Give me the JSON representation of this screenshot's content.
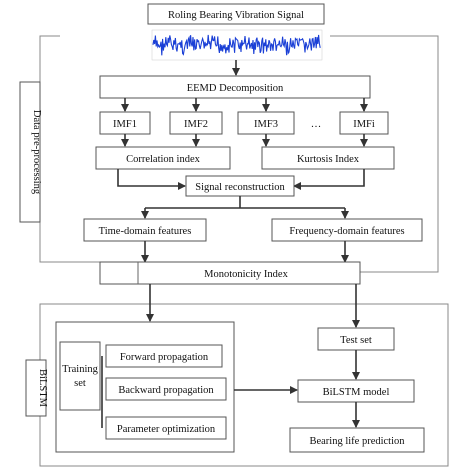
{
  "diagram": {
    "title": "Roling Bearing Vibration Signal",
    "section_preprocessing": "Data pre-processing",
    "section_bilstm": "BiLSTM",
    "eemd": "EEMD Decomposition",
    "imfs": [
      "IMF1",
      "IMF2",
      "IMF3",
      "IMFi"
    ],
    "ellipsis": "…",
    "correlation": "Correlation index",
    "kurtosis": "Kurtosis Index",
    "reconstruction": "Signal reconstruction",
    "time_features": "Time-domain features",
    "freq_features": "Frequency-domain features",
    "monotonicity": "Monotonicity Index",
    "training_line1": "Training",
    "training_line2": "set",
    "forward": "Forward propagation",
    "backward": "Backward propagation",
    "param_opt": "Parameter optimization",
    "test_set": "Test set",
    "bilstm_model": "BiLSTM model",
    "life_prediction": "Bearing life prediction",
    "signal_color": "#1a3fd6"
  }
}
